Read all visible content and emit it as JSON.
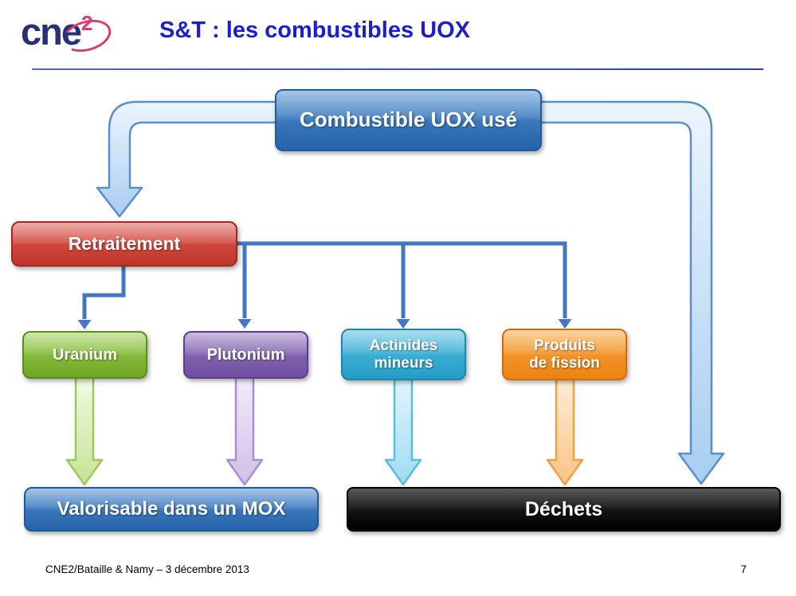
{
  "slide": {
    "logo": {
      "text_main": "cne",
      "text_sup": "2"
    },
    "title": "S&T : les combustibles UOX",
    "footer": {
      "left": "CNE2/Bataille & Namy – 3 décembre 2013",
      "page": "7"
    }
  },
  "diagram": {
    "nodes": {
      "uox": {
        "label": "Combustible UOX usé",
        "color": "#2763a9"
      },
      "retraitement": {
        "label": "Retraitement",
        "color": "#bf352a"
      },
      "uranium": {
        "label": "Uranium",
        "color": "#6fa626"
      },
      "plutonium": {
        "label": "Plutonium",
        "color": "#6f4fa0"
      },
      "actinides": {
        "label": "Actinides\nmineurs",
        "color": "#259cc6"
      },
      "produits": {
        "label": "Produits\nde fission",
        "color": "#ec8214"
      },
      "mox": {
        "label": "Valorisable dans un MOX",
        "color": "#2763a9"
      },
      "dechets": {
        "label": "Déchets",
        "color": "#000000"
      }
    },
    "edges": [
      {
        "from": "uox",
        "to": "retraitement",
        "style": "big-outline-blue"
      },
      {
        "from": "uox",
        "to": "dechets",
        "style": "big-outline-blue"
      },
      {
        "from": "retraitement",
        "to": "uranium",
        "style": "thin-blue"
      },
      {
        "from": "retraitement",
        "to": "plutonium",
        "style": "thin-blue"
      },
      {
        "from": "retraitement",
        "to": "actinides",
        "style": "thin-blue"
      },
      {
        "from": "retraitement",
        "to": "produits",
        "style": "thin-blue"
      },
      {
        "from": "uranium",
        "to": "mox",
        "style": "outline-green"
      },
      {
        "from": "plutonium",
        "to": "mox",
        "style": "outline-purple"
      },
      {
        "from": "actinides",
        "to": "dechets",
        "style": "outline-cyan"
      },
      {
        "from": "produits",
        "to": "dechets",
        "style": "outline-orange"
      }
    ],
    "connector_color": "#4576c2"
  }
}
